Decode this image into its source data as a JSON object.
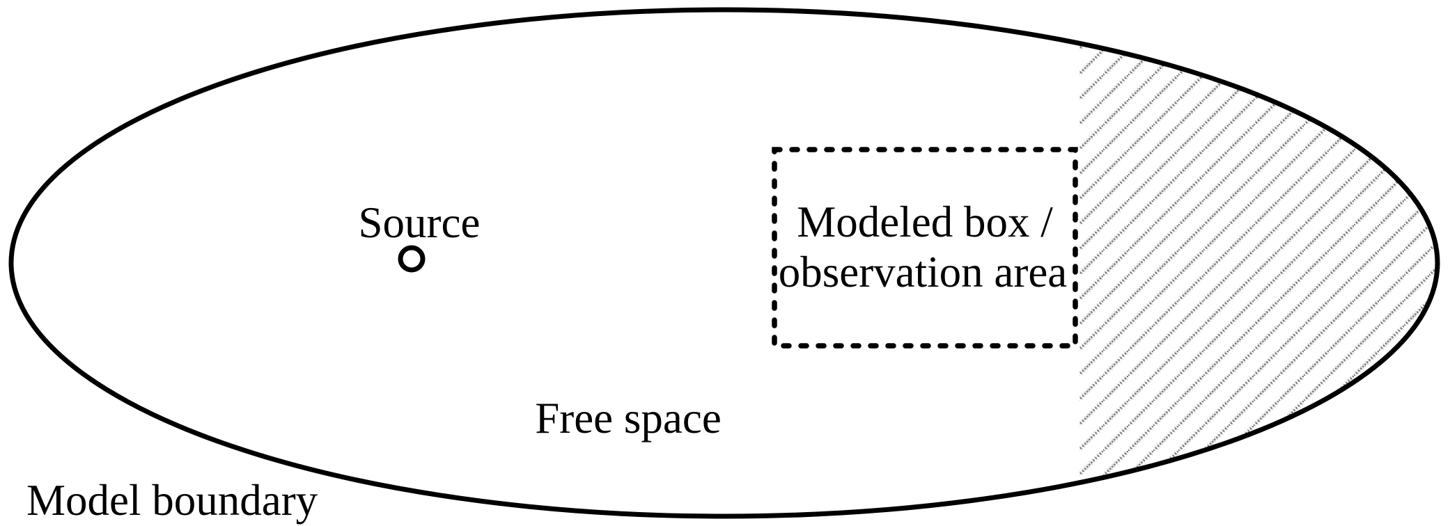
{
  "diagram": {
    "kind": "model-domain-schematic",
    "labels": {
      "source": "Source",
      "free_space": "Free space",
      "model_boundary": "Model boundary",
      "modeled_box_line1": "Modeled box /",
      "modeled_box_line2": "observation area"
    },
    "colors": {
      "line": "#000000",
      "background": "#ffffff",
      "hatch_dark": "#7a7a7a",
      "hatch_light": "#d9d9d9"
    }
  }
}
